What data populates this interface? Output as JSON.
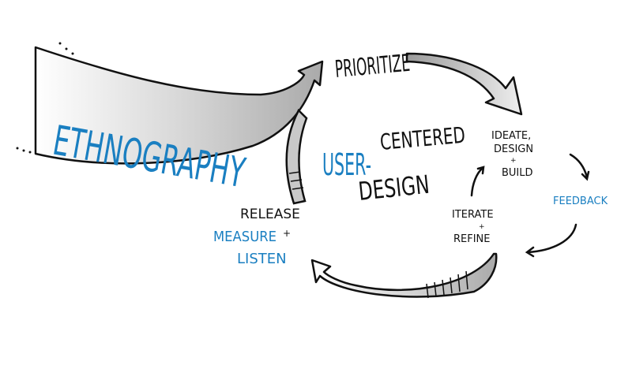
{
  "diagram": {
    "left_input": "ETHNOGRAPHY",
    "top_label": "PRIORITIZE",
    "center": {
      "line1_blue": "USER-",
      "line1_black": "CENTERED",
      "line2": "DESIGN"
    },
    "ideate": {
      "line1": "IDEATE,",
      "line2": "DESIGN",
      "plus": "+",
      "line3": "BUILD"
    },
    "feedback": "FEEDBACK",
    "iterate": {
      "line1": "ITERATE",
      "plus": "+",
      "line2": "REFINE"
    },
    "release": {
      "line1": "RELEASE",
      "line2": "MEASURE",
      "plus": "+",
      "line3": "LISTEN"
    }
  },
  "colors": {
    "accent": "#1a7fc1",
    "ink": "#111111",
    "arrow_fill": "#d4d4d4"
  }
}
